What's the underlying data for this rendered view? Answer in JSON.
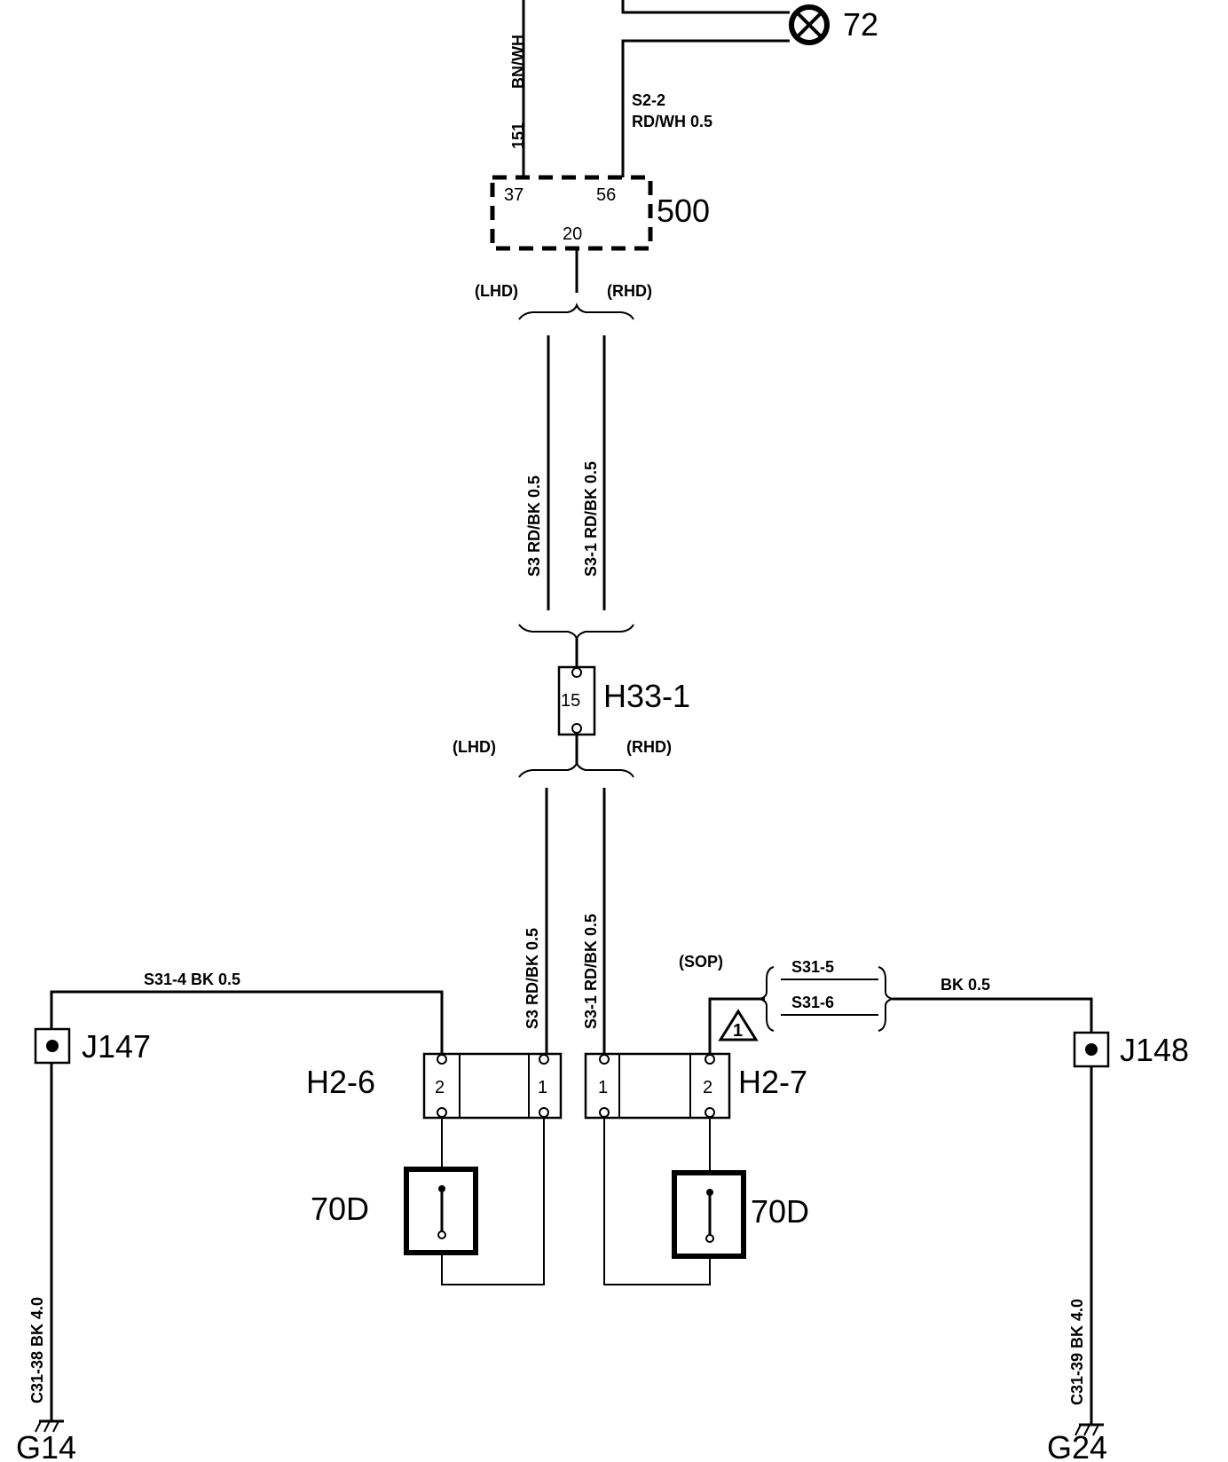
{
  "components": {
    "lamp": "72",
    "module": "500",
    "connector_h33": "H33-1",
    "connector_left": "H2-6",
    "connector_right": "H2-7",
    "switch_left": "70D",
    "switch_right": "70D",
    "splice_left": "J147",
    "splice_right": "J148",
    "ground_left": "G14",
    "ground_right": "G24",
    "triangle_note": "1"
  },
  "pins": {
    "m37": "37",
    "m56": "56",
    "m20": "20",
    "h33": "15",
    "h26_2": "2",
    "h26_1": "1",
    "h27_1": "1",
    "h27_2": "2"
  },
  "wires": {
    "w151_id": "151",
    "w151_color": "BN/WH",
    "s2_2": "S2-2",
    "s2_2_spec": "RD/WH 0.5",
    "s3_upper": "S3  RD/BK 0.5",
    "s3_1_upper": "S3-1  RD/BK 0.5",
    "s3_lower": "S3  RD/BK 0.5",
    "s3_1_lower": "S3-1  RD/BK 0.5",
    "s31_4": "S31-4   BK  0.5",
    "s31_5": "S31-5",
    "s31_6": "S31-6",
    "bk_right": "BK  0.5",
    "c31_38": "C31-38   BK  4.0",
    "c31_39": "C31-39   BK  4.0"
  },
  "variants": {
    "lhd_1": "(LHD)",
    "rhd_1": "(RHD)",
    "lhd_2": "(LHD)",
    "rhd_2": "(RHD)",
    "sop": "(SOP)"
  }
}
